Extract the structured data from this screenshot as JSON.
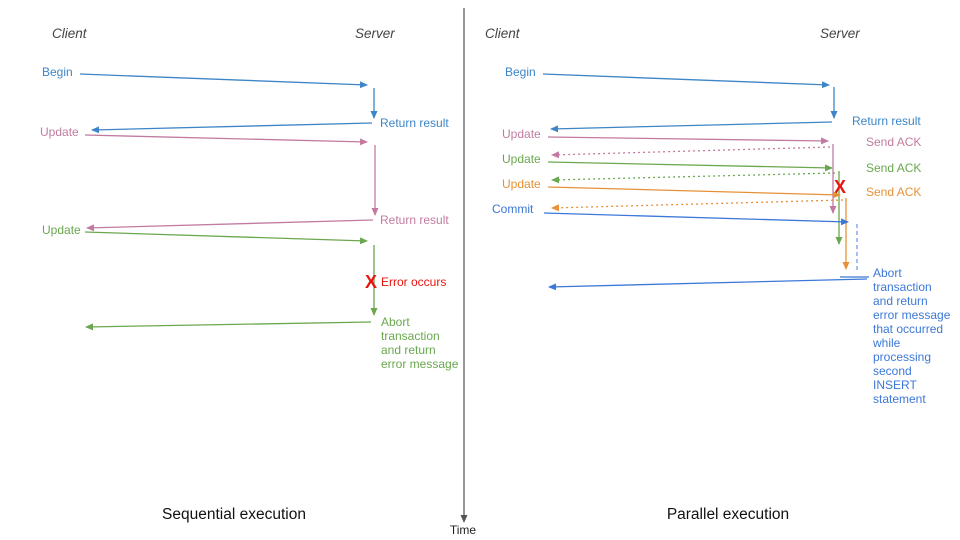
{
  "diagram": {
    "time_axis_label": "Time",
    "colors": {
      "blue": "#3d85c6",
      "commit_blue": "#3c78d8",
      "light_blue": "#6d9eeb",
      "pink": "#c27ba0",
      "green": "#6aa84f",
      "orange": "#e69138",
      "red": "#e8150f",
      "header_gray": "#444444",
      "axis_gray": "#555555"
    },
    "left_panel": {
      "title": "Sequential execution",
      "client_header": "Client",
      "server_header": "Server",
      "messages": {
        "begin": "Begin",
        "return_result_1": "Return result",
        "update_1": "Update",
        "return_result_2": "Return result",
        "update_2": "Update",
        "error_mark": "X",
        "error_label": "Error occurs",
        "abort_lines": [
          "Abort",
          "transaction",
          "and return",
          "error message"
        ]
      }
    },
    "right_panel": {
      "title": "Parallel execution",
      "client_header": "Client",
      "server_header": "Server",
      "messages": {
        "begin": "Begin",
        "return_result": "Return result",
        "update_1": "Update",
        "send_ack_1": "Send ACK",
        "update_2": "Update",
        "send_ack_2": "Send ACK",
        "update_3": "Update",
        "send_ack_3": "Send ACK",
        "commit": "Commit",
        "error_mark": "X",
        "abort_lines": [
          "Abort",
          "transaction",
          "and return",
          "error message",
          "that occurred",
          "while",
          "processing",
          "second",
          "INSERT",
          "statement"
        ]
      }
    }
  }
}
